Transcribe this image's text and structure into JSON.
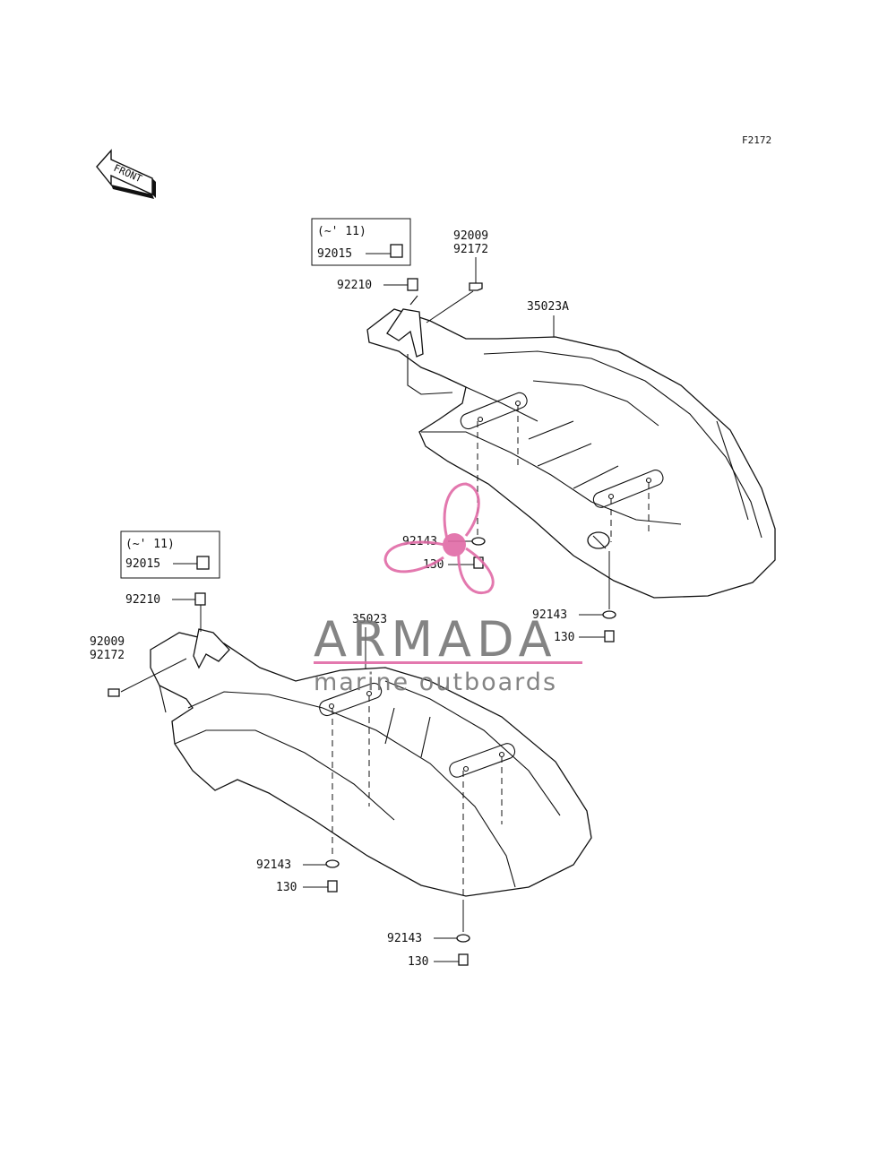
{
  "diagram": {
    "code": "F2172",
    "front_label": "FRONT",
    "callouts": {
      "upper_note": "(~' 11)",
      "lower_note": "(~' 11)",
      "upper_92015": "92015",
      "lower_92015": "92015",
      "upper_92210": "92210",
      "lower_92210": "92210",
      "upper_92009": "92009",
      "upper_92172": "92172",
      "lower_92009": "92009",
      "lower_92172": "92172",
      "fender_upper": "35023A",
      "fender_lower": "35023",
      "w1": "92143",
      "b1": "130",
      "w2": "92143",
      "b2": "130",
      "w3": "92143",
      "b3": "130",
      "w4": "92143",
      "b4": "130"
    }
  },
  "watermark": {
    "brand": "ARMADA",
    "tagline": "marine outboards",
    "gray": "#777777",
    "pink": "#e06aa6"
  }
}
